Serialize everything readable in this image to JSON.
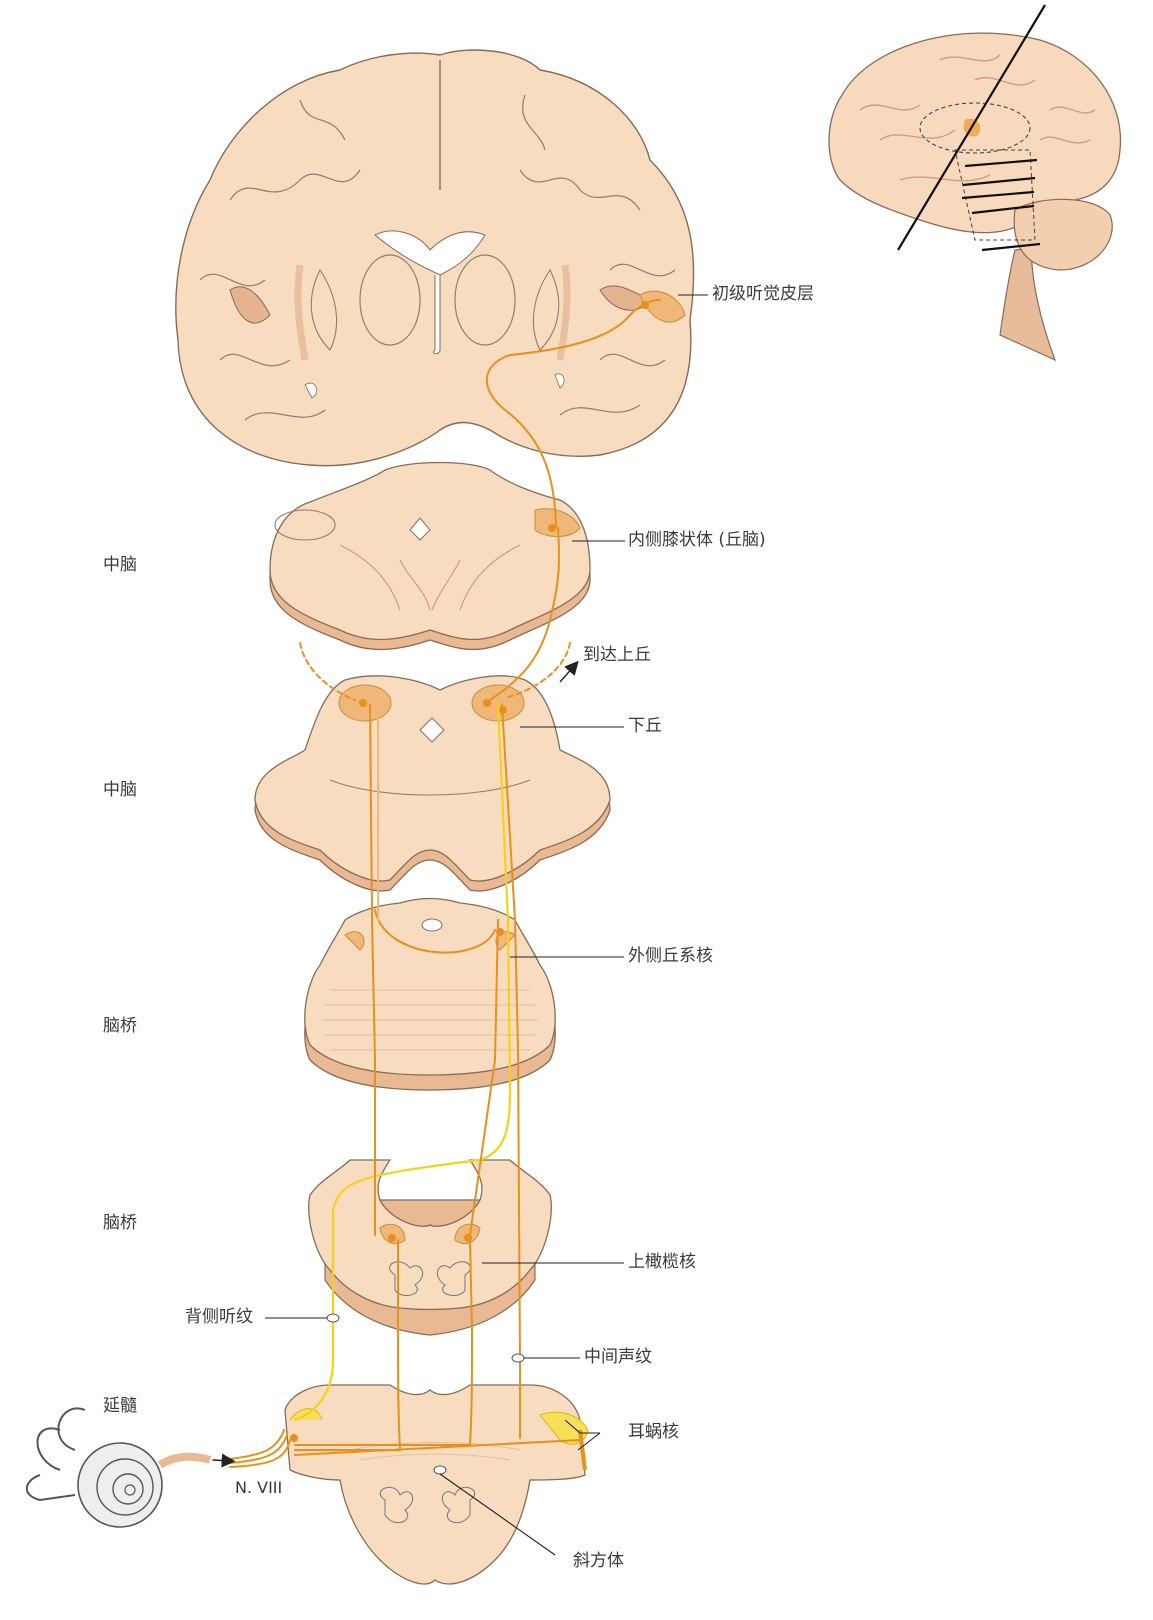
{
  "labels": {
    "primary_auditory_cortex": "初级听觉皮层",
    "medial_geniculate": "内侧膝状体 (丘脑)",
    "to_superior_colliculus": "到达上丘",
    "inferior_colliculus": "下丘",
    "lateral_lemniscus_nucleus": "外侧丘系核",
    "superior_olive": "上橄榄核",
    "dorsal_acoustic_stria": "背侧听纹",
    "intermediate_acoustic_stria": "中间声纹",
    "cochlear_nuclei": "耳蜗核",
    "trapezoid_body": "斜方体",
    "nerve_viii": "N. VIII"
  },
  "levels": {
    "midbrain_upper": "中脑",
    "midbrain_lower": "中脑",
    "pons_upper": "脑桥",
    "pons_lower": "脑桥",
    "medulla": "延髓"
  },
  "colors": {
    "tissue": "#f7dcc0",
    "tissue_edge": "#d9a27e",
    "tissue_dark": "#e9b994",
    "pathway_orange": "#e8901c",
    "pathway_yellow": "#f5d21a",
    "nucleus": "#f0b878",
    "outline": "#777777"
  }
}
